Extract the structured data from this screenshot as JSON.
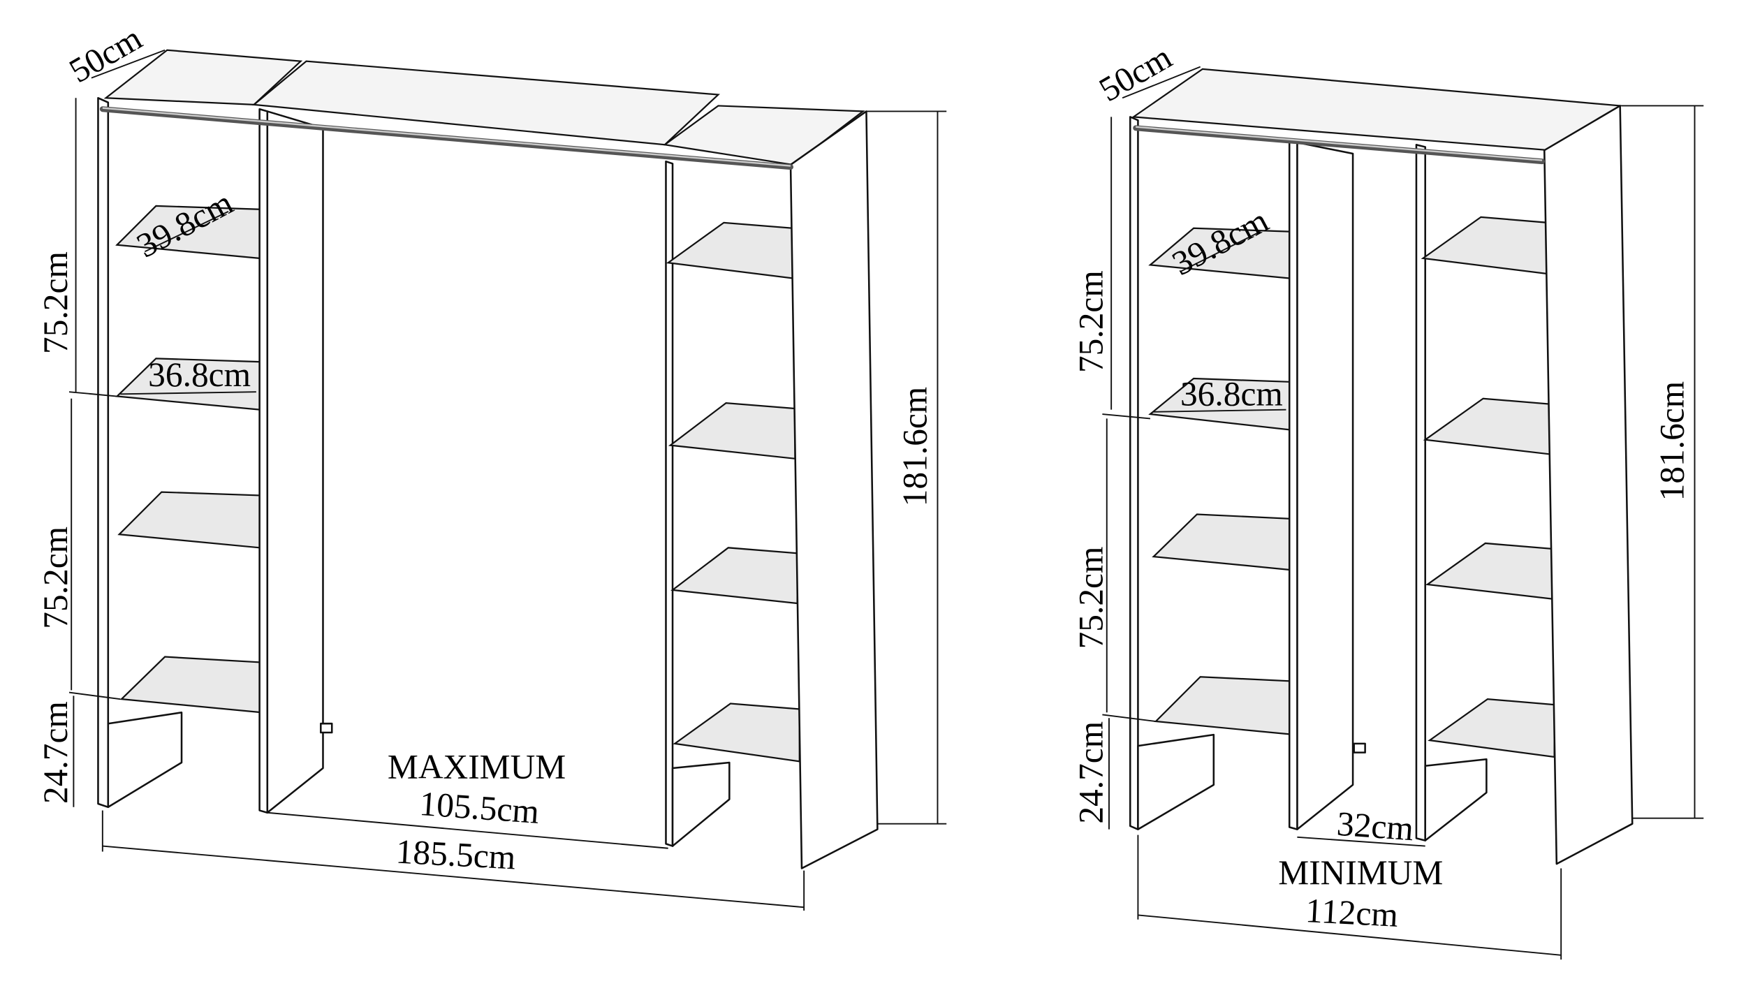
{
  "maximum": {
    "title": "MAXIMUM",
    "depth": "50cm",
    "shelf_depth_top": "39.8cm",
    "shelf_width": "36.8cm",
    "upper_height": "75.2cm",
    "lower_height": "75.2cm",
    "base_height": "24.7cm",
    "gap_width": "105.5cm",
    "total_width": "185.5cm",
    "total_height": "181.6cm"
  },
  "minimum": {
    "title": "MINIMUM",
    "depth": "50cm",
    "shelf_depth_top": "39.8cm",
    "shelf_width": "36.8cm",
    "upper_height": "75.2cm",
    "lower_height": "75.2cm",
    "base_height": "24.7cm",
    "gap_width": "32cm",
    "total_width": "112cm",
    "total_height": "181.6cm"
  }
}
